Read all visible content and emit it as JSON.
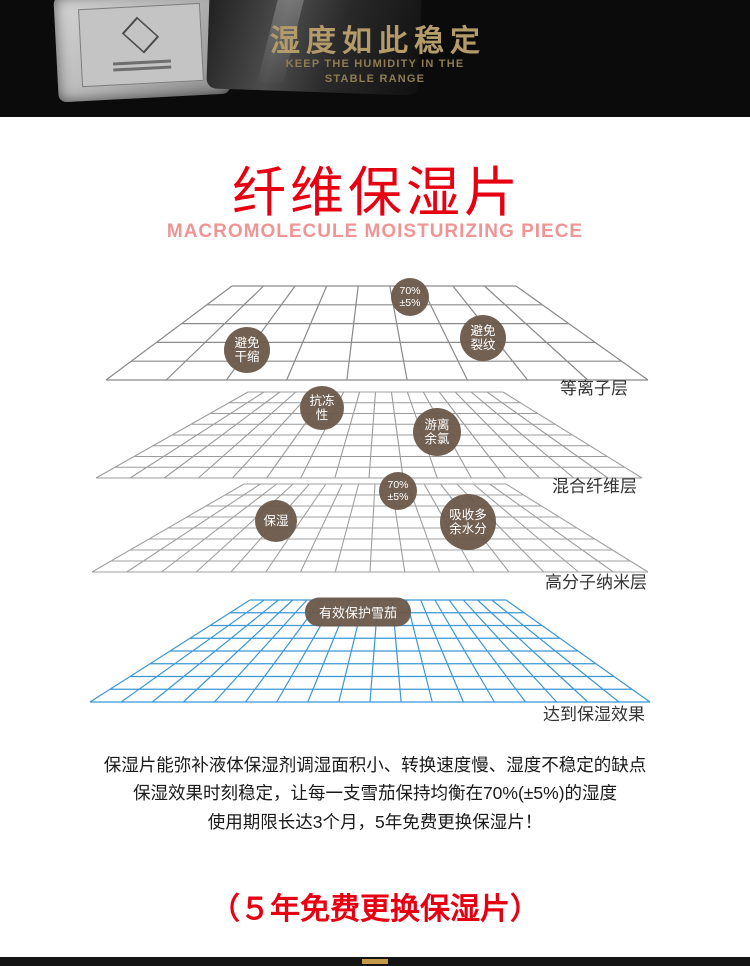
{
  "header": {
    "title": "湿度如此稳定",
    "tagline_line1": "KEEP THE  HUMIDITY IN THE",
    "tagline_line2": "STABLE RANGE"
  },
  "main": {
    "title": "纤维保湿片",
    "subtitle": "MACROMOLECULE  MOISTURIZING  PIECE",
    "diagram": {
      "badges": [
        {
          "line1": "70%",
          "line2": "±5%"
        },
        {
          "line1": "避免",
          "line2": "干缩"
        },
        {
          "line1": "避免",
          "line2": "裂纹"
        },
        {
          "line1": "抗冻",
          "line2": "性"
        },
        {
          "line1": "游离",
          "line2": "余氯"
        },
        {
          "line1": "70%",
          "line2": "±5%"
        },
        {
          "line1": "保湿",
          "line2": ""
        },
        {
          "line1": "吸收多",
          "line2": "余水分"
        }
      ],
      "pill_label": "有效保护雪茄",
      "layer_labels": [
        "等离子层",
        "混合纤维层",
        "高分子纳米层",
        "达到保湿效果"
      ]
    },
    "paragraph": [
      "保湿片能弥补液体保湿剂调湿面积小、转换速度慢、湿度不稳定的缺点",
      "保湿效果时刻稳定，让每一支雪茄保持均衡在70%(±5%)的湿度",
      "使用期限长达3个月，5年免费更换保湿片！"
    ],
    "promo": "（５年免费更换保湿片）"
  },
  "colors": {
    "accent_red": "#e60012",
    "subtitle_pink": "#ef9595",
    "header_gold": "#b49b6a",
    "badge_brown": "#6a584a",
    "grid_gray": "#8f8f8f",
    "grid_blue": "#3b97d3"
  }
}
